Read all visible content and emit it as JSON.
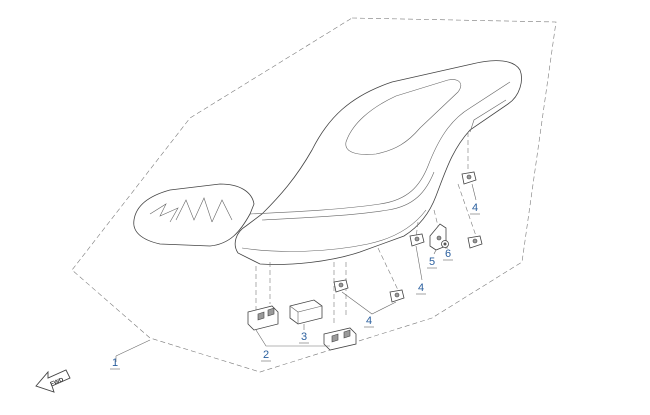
{
  "diagram": {
    "type": "exploded-parts-diagram",
    "callouts": [
      {
        "id": "c1",
        "label": "1"
      },
      {
        "id": "c2",
        "label": "2"
      },
      {
        "id": "c3",
        "label": "3"
      },
      {
        "id": "c4a",
        "label": "4"
      },
      {
        "id": "c4b",
        "label": "4"
      },
      {
        "id": "c4c",
        "label": "4"
      },
      {
        "id": "c5",
        "label": "5"
      },
      {
        "id": "c6",
        "label": "6"
      }
    ],
    "fwd_label": "FWD",
    "colors": {
      "callout": "#2a5f9e",
      "lines": "#555555",
      "boundary": "#7a7a7a"
    }
  }
}
